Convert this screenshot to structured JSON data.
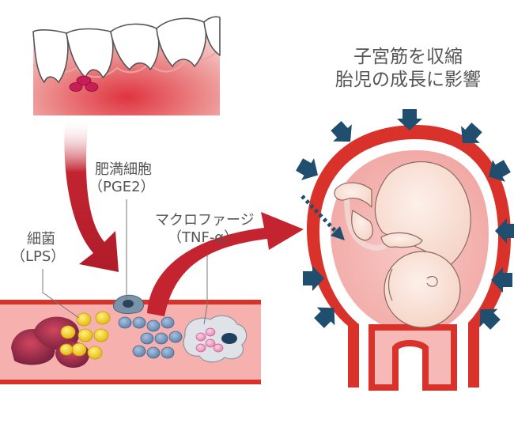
{
  "title": {
    "line1": "子宮筋を収縮",
    "line2": "胎児の成長に影響"
  },
  "labels": {
    "mast_cell_name": "肥満細胞",
    "mast_cell_mediator": "（PGE2）",
    "bacteria_name": "細菌",
    "bacteria_mediator": "（LPS）",
    "macrophage_name": "マクロファージ",
    "macrophage_mediator": "（TNF-α）"
  },
  "colors": {
    "primary_red": "#d9322b",
    "arrow_red": "#b5202b",
    "tissue_pink": "#f2a9a5",
    "gum_pink": "#f4c4c1",
    "navy_arrow": "#1f4e6e",
    "bacteria_yellow": "#f2c81e",
    "macrophage_blue": "#6f90b8",
    "tooth_white": "#ffffff"
  },
  "icons": {
    "pressure_arrows": "navy-chevron-arrow",
    "inflammation_arrow": "curved-red-arrow"
  }
}
